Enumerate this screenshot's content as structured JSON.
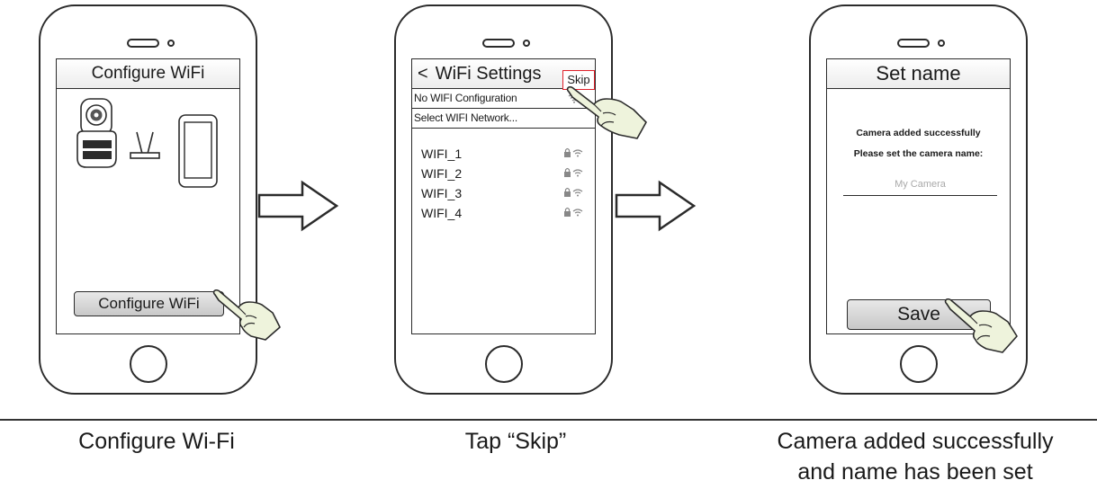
{
  "steps": [
    {
      "screen_title": "Configure WiFi",
      "button_label": "Configure WiFi",
      "caption": "Configure Wi-Fi"
    },
    {
      "back_label": "<",
      "screen_title": "WiFi Settings",
      "skip_label": "Skip",
      "options": [
        "No WIFI Configuration",
        "Select WIFI Network..."
      ],
      "networks": [
        "WIFI_1",
        "WIFI_2",
        "WIFI_3",
        "WIFI_4"
      ],
      "caption": "Tap “Skip”"
    },
    {
      "screen_title": "Set name",
      "message_line1": "Camera added successfully",
      "message_line2": "Please set the camera name:",
      "name_placeholder": "My Camera",
      "button_label": "Save",
      "caption_line1": "Camera added successfully",
      "caption_line2": "and name has been set"
    }
  ],
  "colors": {
    "highlight": "#e0202a",
    "outline": "#2b2b2b",
    "button_fill": "#d6d6d6"
  },
  "icons": [
    "camera-icon",
    "router-icon",
    "smartphone-icon",
    "wifi-icon",
    "lock-icon",
    "pointing-hand-icon",
    "right-arrow-icon"
  ]
}
